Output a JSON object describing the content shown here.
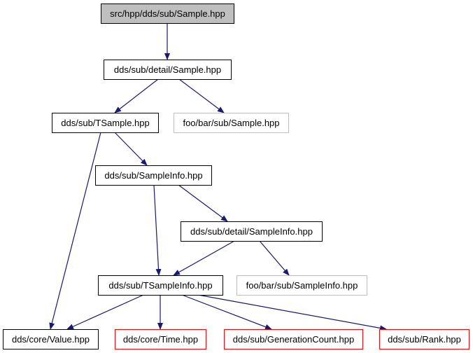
{
  "diagram": {
    "nodes": [
      {
        "id": "n0",
        "label": "src/hpp/dds/sub/Sample.hpp",
        "style": "root"
      },
      {
        "id": "n1",
        "label": "dds/sub/detail/Sample.hpp",
        "style": "normal"
      },
      {
        "id": "n2",
        "label": "dds/sub/TSample.hpp",
        "style": "normal"
      },
      {
        "id": "n3",
        "label": "foo/bar/sub/Sample.hpp",
        "style": "external"
      },
      {
        "id": "n4",
        "label": "dds/sub/SampleInfo.hpp",
        "style": "normal"
      },
      {
        "id": "n5",
        "label": "dds/sub/detail/SampleInfo.hpp",
        "style": "normal"
      },
      {
        "id": "n6",
        "label": "dds/sub/TSampleInfo.hpp",
        "style": "normal"
      },
      {
        "id": "n7",
        "label": "foo/bar/sub/SampleInfo.hpp",
        "style": "external"
      },
      {
        "id": "n8",
        "label": "dds/core/Value.hpp",
        "style": "normal"
      },
      {
        "id": "n9",
        "label": "dds/core/Time.hpp",
        "style": "missing"
      },
      {
        "id": "n10",
        "label": "dds/sub/GenerationCount.hpp",
        "style": "missing"
      },
      {
        "id": "n11",
        "label": "dds/sub/Rank.hpp",
        "style": "missing"
      }
    ],
    "edges": [
      {
        "from": "n0",
        "to": "n1"
      },
      {
        "from": "n1",
        "to": "n2"
      },
      {
        "from": "n1",
        "to": "n3"
      },
      {
        "from": "n2",
        "to": "n4"
      },
      {
        "from": "n2",
        "to": "n8"
      },
      {
        "from": "n4",
        "to": "n5"
      },
      {
        "from": "n4",
        "to": "n6"
      },
      {
        "from": "n5",
        "to": "n6"
      },
      {
        "from": "n5",
        "to": "n7"
      },
      {
        "from": "n6",
        "to": "n8"
      },
      {
        "from": "n6",
        "to": "n9"
      },
      {
        "from": "n6",
        "to": "n10"
      },
      {
        "from": "n6",
        "to": "n11"
      }
    ],
    "colors": {
      "edge": "#191970",
      "root_fill": "#bfbfbf",
      "normal_border": "#000000",
      "external_border": "#bfbfbf",
      "missing_border": "#ff0000",
      "node_fill": "#ffffff"
    }
  }
}
